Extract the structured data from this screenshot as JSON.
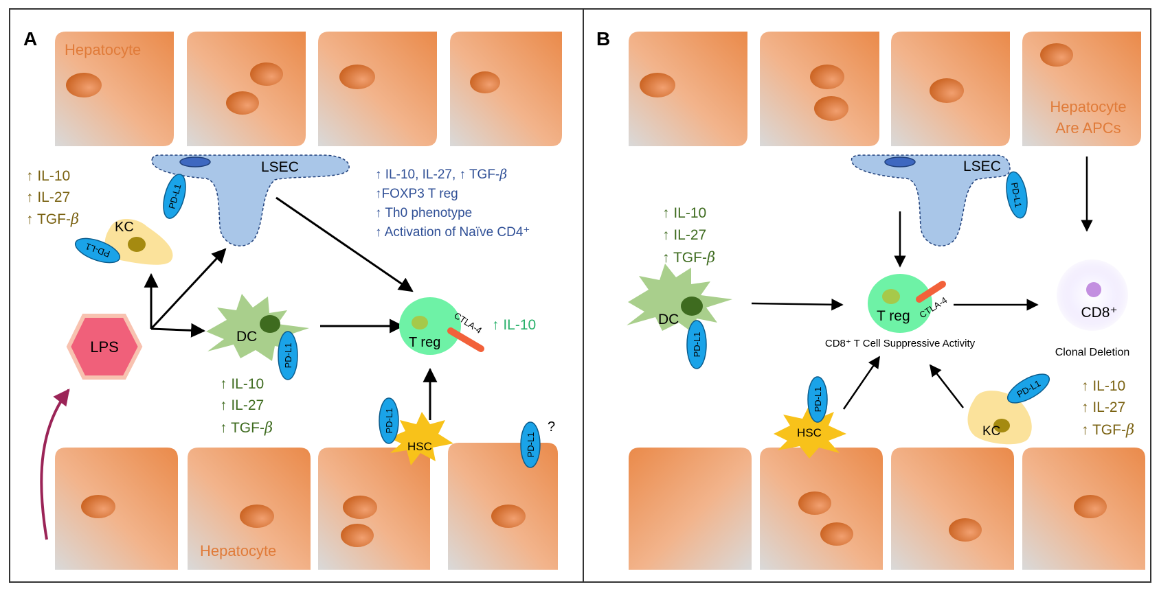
{
  "panel_a": {
    "label": "A",
    "hepatocyte_top_label": "Hepatocyte",
    "hepatocyte_bottom_label": "Hepatocyte",
    "lsec_label": "LSEC",
    "kc_label": "KC",
    "dc_label": "DC",
    "lps_label": "LPS",
    "treg_label": "T reg",
    "ctla4_label": "CTLA-4",
    "hsc_label": "HSC",
    "pdl1_label": "PD-L1",
    "question_mark": "?",
    "kc_cytokines": [
      "↑ IL-10",
      "↑ IL-27",
      "↑ TGF-"
    ],
    "dc_cytokines": [
      "↑ IL-10",
      "↑ IL-27",
      "↑ TGF-"
    ],
    "beta": "β",
    "lsec_effects": {
      "line1": "↑ IL-10, IL-27, ↑ TGF-",
      "line2": "↑FOXP3 T reg",
      "line3": "↑ Th0 phenotype",
      "line4": "↑ Activation of Naïve CD4⁺"
    },
    "treg_effect": "↑ IL-10"
  },
  "panel_b": {
    "label": "B",
    "hepatocyte_apc_line1": "Hepatocyte",
    "hepatocyte_apc_line2": "Are APCs",
    "lsec_label": "LSEC",
    "dc_label": "DC",
    "treg_label": "T reg",
    "ctla4_label": "CTLA-4",
    "hsc_label": "HSC",
    "kc_label": "KC",
    "pdl1_label": "PD-L1",
    "cd8_label": "CD8⁺",
    "treg_caption": "CD8⁺ T Cell Suppressive Activity",
    "cd8_caption": "Clonal Deletion",
    "dc_cytokines": [
      "↑ IL-10",
      "↑ IL-27",
      "↑ TGF-"
    ],
    "kc_cytokines": [
      "↑ IL-10",
      "↑ IL-27",
      "↑ TGF-"
    ],
    "beta": "β"
  },
  "colors": {
    "hepatocyte_text": "#e07b39",
    "olive": "#7a6212",
    "dark_green": "#3e6b1f",
    "navy": "#2f4f96",
    "treg_green": "#27b06a",
    "pdl1_blue": "#1aa3e8",
    "lps_pink": "#f0607a",
    "arrow_maroon": "#9b2457"
  }
}
